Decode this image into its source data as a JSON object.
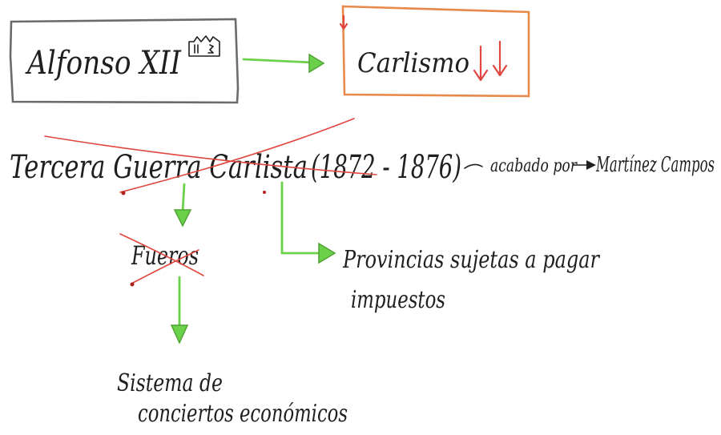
{
  "nodes": {
    "king": {
      "text": "Alfonso XII"
    },
    "carlism": {
      "text": "Carlismo"
    },
    "war_title": {
      "text": "Tercera Guerra Carlista"
    },
    "war_years": {
      "text": "(1872 - 1876)"
    },
    "war_end": {
      "text": "acabado por"
    },
    "general": {
      "text": "Martínez Campos"
    },
    "fueros": {
      "text": "Fueros"
    },
    "provinces_line1": {
      "text": "Provincias sujetas a pagar"
    },
    "provinces_line2": {
      "text": "impuestos"
    },
    "system_line1": {
      "text": "Sistema de"
    },
    "system_line2": {
      "text": "conciertos económicos"
    }
  },
  "colors": {
    "king_box": "#6b6b6b",
    "carlism_box": "#e8894a",
    "arrows": "#6cd14a",
    "strikethrough": "#e0463d",
    "ink": "#1f1f1f"
  },
  "icons": {
    "king": "crown-icon",
    "carlism_decline": "down-arrow-icon"
  }
}
